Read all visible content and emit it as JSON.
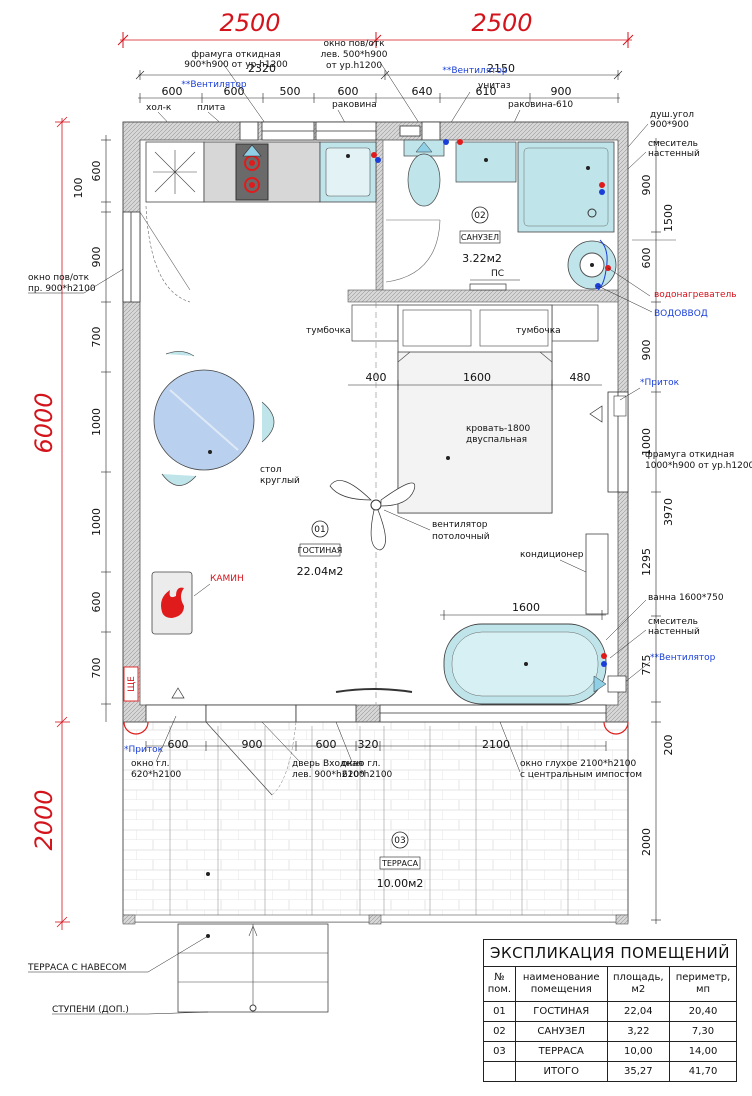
{
  "dimensions": {
    "top_overall": [
      "2500",
      "2500"
    ],
    "top_row2": [
      "2320",
      "2150"
    ],
    "top_row3": [
      "600",
      "600",
      "500",
      "600",
      "640",
      "610",
      "900"
    ],
    "left_overall": "6000",
    "left_terrace": "2000",
    "left_chain": [
      "100",
      "600",
      "900",
      "700",
      "1000",
      "1000",
      "600",
      "700"
    ],
    "right_chain": [
      "900",
      "1500",
      "600",
      "900",
      "1000",
      "3970",
      "1295",
      "775",
      "200",
      "2000"
    ],
    "bed_width": "1600",
    "bed_left": "400",
    "bed_right": "480",
    "bath_width": "1600",
    "terrace_chain": [
      "600",
      "900",
      "600",
      "320",
      "2100"
    ]
  },
  "labels": {
    "window_top_left": [
      "окно пов/отк",
      "лев. 500*h900",
      "от ур.h1200"
    ],
    "vent_window": [
      "фрамуга откидная",
      "900*h900 от ур.h1200"
    ],
    "fan_top1": "**Вентилятор",
    "fan_top2": "**Вентилятор",
    "fridge": "хол-к",
    "stove": "плита",
    "sink": "раковина",
    "toilet": "унитаз",
    "sink_bath": "раковина-610",
    "shower": [
      "душ.угол",
      "900*900"
    ],
    "mixer_wall": [
      "смеситель",
      "настенный"
    ],
    "water_heater": "водонагреватель",
    "water_pipe": "ВОДОВВОД",
    "window_left": [
      "окно пов/отк",
      "пр. 900*h2100"
    ],
    "nightstand_l": "тумбочка",
    "nightstand_r": "тумбочка",
    "inflow": "*Приток",
    "bed": [
      "кровать-1800",
      "двуспальная"
    ],
    "vent_window_r": [
      "фрамуга откидная",
      "1000*h900  от ур.h1200"
    ],
    "table": [
      "стол",
      "круглый"
    ],
    "ceiling_fan": [
      "вентилятор",
      "потолочный"
    ],
    "ac": "кондиционер",
    "fireplace": "КАМИН",
    "bath": "ванна 1600*750",
    "mixer_bath": [
      "смеситель",
      "настенный"
    ],
    "fan_right": "**Вентилятор",
    "panel": "ЩЕ",
    "inflow_bottom": "*Приток",
    "window_ter1": [
      "окно гл.",
      "620*h2100"
    ],
    "entry_door": [
      "дверь Входная",
      "лев. 900*h2100"
    ],
    "window_ter2": [
      "окно гл.",
      "620*h2100"
    ],
    "window_ter3": [
      "окно глухое 2100*h2100",
      "с центральным импостом"
    ],
    "terrace_roof": "ТЕРРАСА С НАВЕСОМ",
    "steps": "СТУПЕНИ (ДОП.)",
    "ps": "ПС"
  },
  "rooms": [
    {
      "num": "01",
      "name": "ГОСТИНАЯ",
      "area": "22.04м2"
    },
    {
      "num": "02",
      "name": "САНУЗЕЛ",
      "area": "3.22м2"
    },
    {
      "num": "03",
      "name": "ТЕРРАСА",
      "area": "10.00м2"
    }
  ],
  "explication": {
    "title": "ЭКСПЛИКАЦИЯ ПОМЕЩЕНИЙ",
    "headers": [
      [
        "№",
        "пом."
      ],
      [
        "наименование",
        "помещения"
      ],
      [
        "площадь,",
        "м2"
      ],
      [
        "периметр,",
        "мп"
      ]
    ],
    "rows": [
      [
        "01",
        "ГОСТИНАЯ",
        "22,04",
        "20,40"
      ],
      [
        "02",
        "САНУЗЕЛ",
        "3,22",
        "7,30"
      ],
      [
        "03",
        "ТЕРРАСА",
        "10,00",
        "14,00"
      ],
      [
        "",
        "ИТОГО",
        "35,27",
        "41,70"
      ]
    ]
  },
  "colors": {
    "dimension_red": "#d4141c",
    "equipment_blue": "#1a3fd8",
    "fixture_fill": "#bfe5ea",
    "table_fill": "#b9d1ef",
    "wall": "#8a8a8a"
  }
}
